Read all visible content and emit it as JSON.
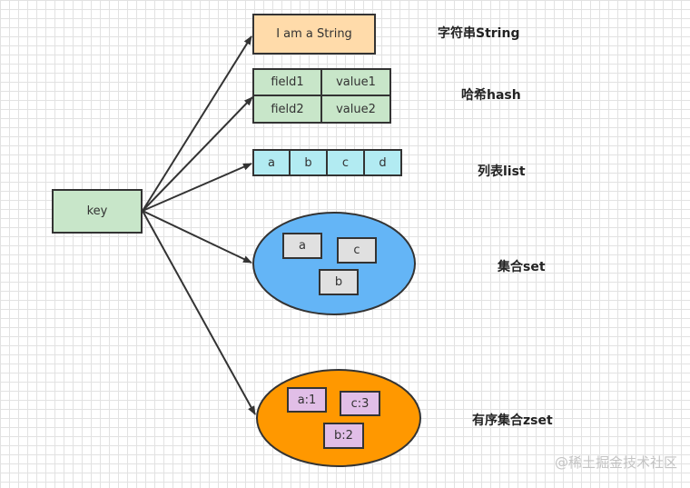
{
  "key": {
    "label": "key"
  },
  "string": {
    "value": "I am a String",
    "caption": "字符串String"
  },
  "hash": {
    "rows": [
      {
        "field": "field1",
        "value": "value1"
      },
      {
        "field": "field2",
        "value": "value2"
      }
    ],
    "caption": "哈希hash"
  },
  "list": {
    "items": [
      "a",
      "b",
      "c",
      "d"
    ],
    "caption": "列表list"
  },
  "set": {
    "items": [
      "a",
      "c",
      "b"
    ],
    "caption": "集合set"
  },
  "zset": {
    "items": [
      "a:1",
      "c:3",
      "b:2"
    ],
    "caption": "有序集合zset"
  },
  "colors": {
    "key_fill": "#c8e6c9",
    "string_fill": "#ffdbaa",
    "hash_fill": "#c8e6c9",
    "list_fill": "#b2ebf2",
    "set_fill": "#64b5f6",
    "zset_fill": "#ff9800",
    "set_item_fill": "#e0e0e0",
    "zset_item_fill": "#e1bee7",
    "stroke": "#333333"
  },
  "watermark": "@稀土掘金技术社区"
}
